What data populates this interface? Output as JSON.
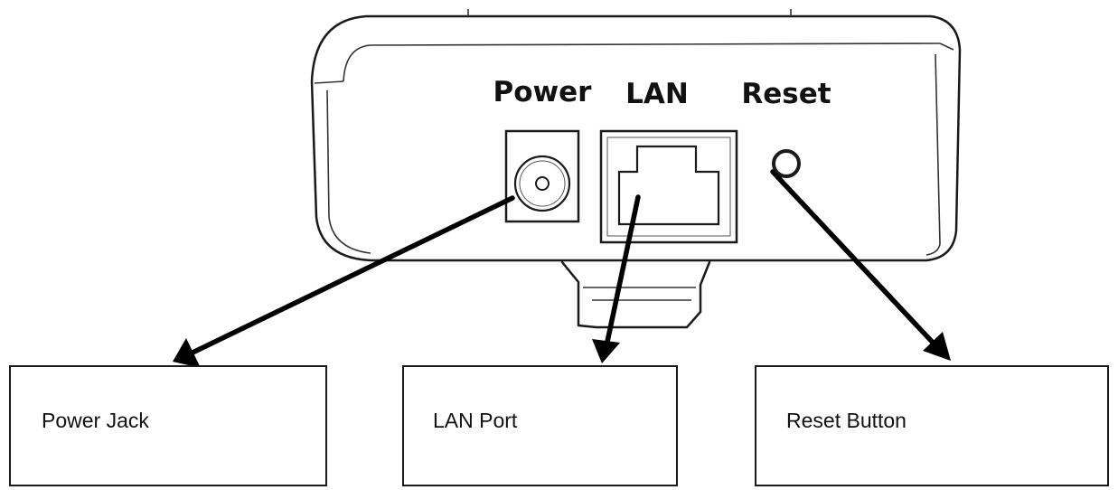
{
  "device": {
    "port_labels": {
      "power": "Power",
      "lan": "LAN",
      "reset": "Reset"
    }
  },
  "callouts": [
    {
      "id": "power-jack",
      "label": "Power Jack"
    },
    {
      "id": "lan-port",
      "label": "LAN Port"
    },
    {
      "id": "reset-button",
      "label": "Reset Button"
    }
  ]
}
